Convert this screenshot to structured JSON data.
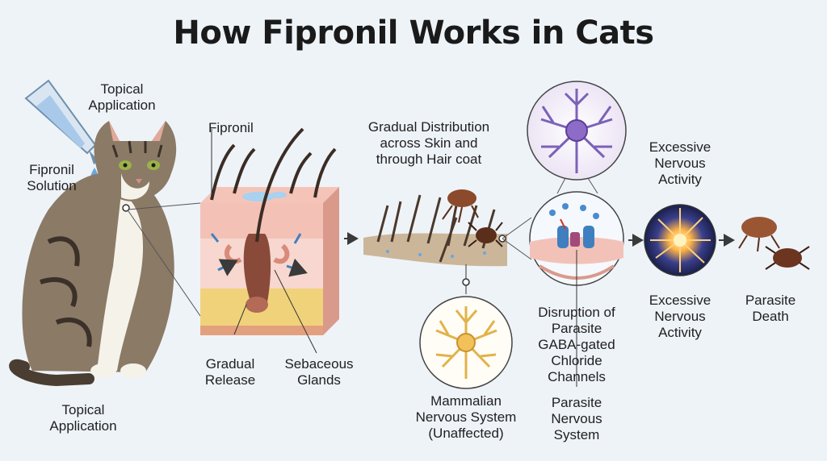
{
  "title": "How Fipronil Works in Cats",
  "labels": {
    "topical_application_top": "Topical\nApplication",
    "fipronil_solution": "Fipronil\nSolution",
    "topical_application_bottom": "Topical\nApplication",
    "fipronil": "Fipronil",
    "gradual_release": "Gradual\nRelease",
    "sebaceous_glands": "Sebaceous\nGlands",
    "gradual_distribution": "Gradual Distribution\nacross Skin and\nthrough Hair coat",
    "mammalian_nervous_system": "Mammalian\nNervous System\n(Unaffected)",
    "parasite_nervous_system": "Parasite\nNervous\nSystem",
    "disruption": "Disruption of\nParasite\nGABA-gated\nChloride\nChannels",
    "excessive_activity_top": "Excessive\nNervous\nActivity",
    "excessive_activity_bottom": "Excessive\nNervous\nActivity",
    "parasite_death": "Parasite\nDeath"
  },
  "colors": {
    "background": "#eef3f8",
    "arrow": "#3a3a3a",
    "skin": "#f1b9b0",
    "fat": "#f0d27a",
    "flow_arrow": "#3f7fc0"
  }
}
